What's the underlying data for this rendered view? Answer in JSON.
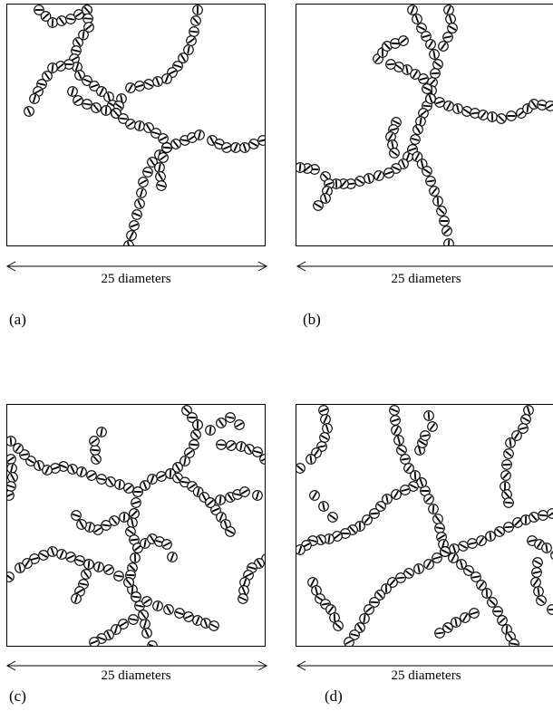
{
  "figure": {
    "panels": [
      {
        "id": "a",
        "label": "(a)",
        "scale_text": "25 diameters"
      },
      {
        "id": "b",
        "label": "(b)",
        "scale_text": "25 diameters"
      },
      {
        "id": "c",
        "label": "(c)",
        "scale_text": "25 diameters"
      },
      {
        "id": "d",
        "label": "(d)",
        "scale_text": "25 diameters"
      }
    ],
    "colors": {
      "ink": "#000000",
      "particle_fill": "#ffffff"
    }
  }
}
